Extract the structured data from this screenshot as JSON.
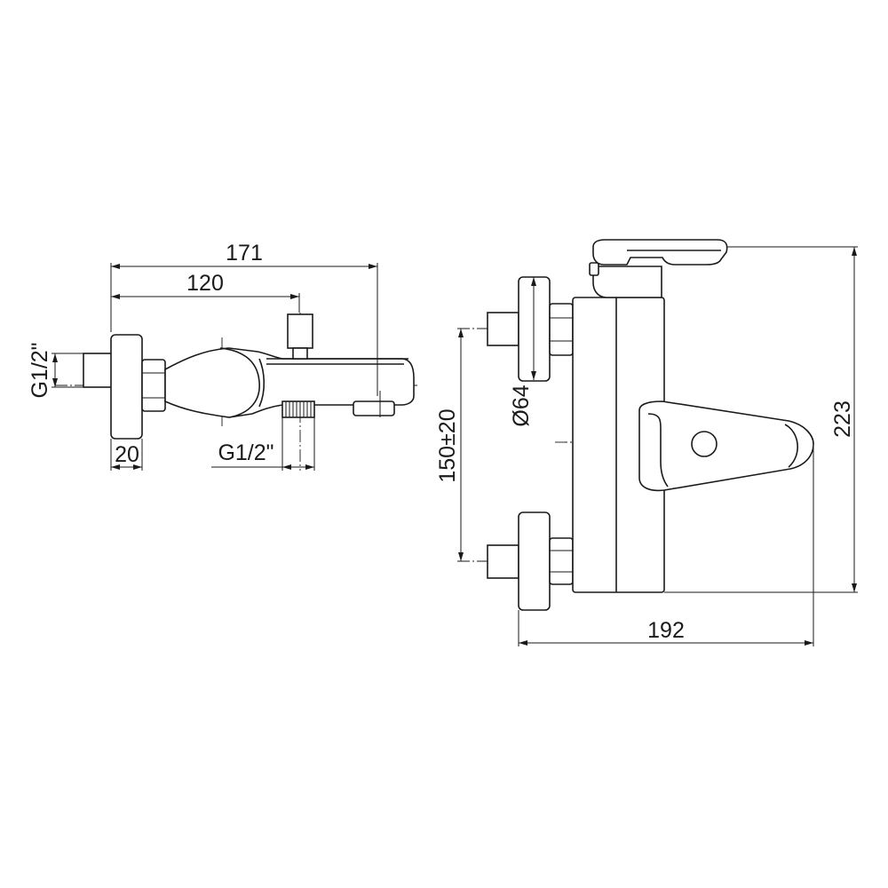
{
  "side_view": {
    "overall_length": "171",
    "handle_distance": "120",
    "inlet_thread": "G1/2\"",
    "wall_flange_depth": "20",
    "outlet_thread": "G1/2\""
  },
  "front_view": {
    "flange_diameter": "Ø64",
    "inlet_spacing": "150±20",
    "overall_height": "223",
    "overall_width": "192"
  },
  "line_color": "#1a1a1a"
}
